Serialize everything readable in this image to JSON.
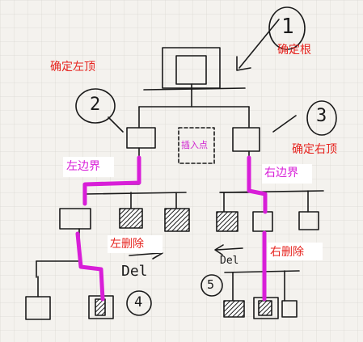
{
  "labels": {
    "root": "确定根",
    "left_top": "确定左顶",
    "right_top": "确定右顶",
    "insert_point": "插入点",
    "left_border": "左边界",
    "right_border": "右边界",
    "left_delete": "左删除",
    "right_delete": "右删除"
  },
  "step_numbers": [
    "1",
    "2",
    "3",
    "4",
    "5"
  ],
  "del_labels": [
    "Del",
    "Del"
  ],
  "colors": {
    "background": "#f4f2ee",
    "grid": "#dcd8d2",
    "ink": "#1a1a1a",
    "annotation_red": "#e6231e",
    "border_path": "#d81ed8"
  }
}
